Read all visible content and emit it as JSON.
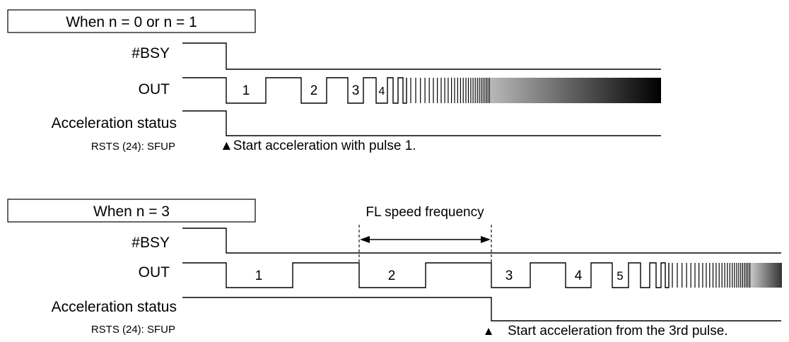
{
  "panel_a": {
    "title": "When n = 0 or n = 1",
    "signals": {
      "bsy": "#BSY",
      "out": "OUT",
      "accel": "Acceleration status",
      "rsts": "RSTS (24): SFUP"
    },
    "pulse_labels": [
      "1",
      "2",
      "3",
      "4"
    ],
    "note": "▲Start acceleration with pulse 1."
  },
  "panel_b": {
    "title": "When n = 3",
    "freq_label": "FL speed frequency",
    "signals": {
      "bsy": "#BSY",
      "out": "OUT",
      "accel": "Acceleration status",
      "rsts": "RSTS (24): SFUP"
    },
    "pulse_labels": [
      "1",
      "2",
      "3",
      "4",
      "5"
    ],
    "note_marker": "▲",
    "note": "Start acceleration from the 3rd pulse."
  },
  "colors": {
    "line": "#000000",
    "background": "#ffffff",
    "burst_end": "#000000"
  }
}
